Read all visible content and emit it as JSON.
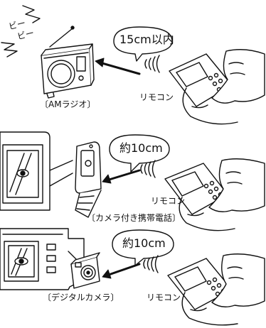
{
  "scene1": {
    "sound_line1": "ビー",
    "sound_line2": "ビー",
    "distance": "15cm以内",
    "device_label": "〔AMラジオ〕",
    "remote_label": "リモコン"
  },
  "scene2": {
    "distance": "約10cm",
    "device_label": "〔カメラ付き携帯電話〕",
    "remote_label": "リモコン"
  },
  "scene3": {
    "distance": "約10cm",
    "device_label": "〔デジタルカメラ〕",
    "remote_label": "リモコン"
  }
}
